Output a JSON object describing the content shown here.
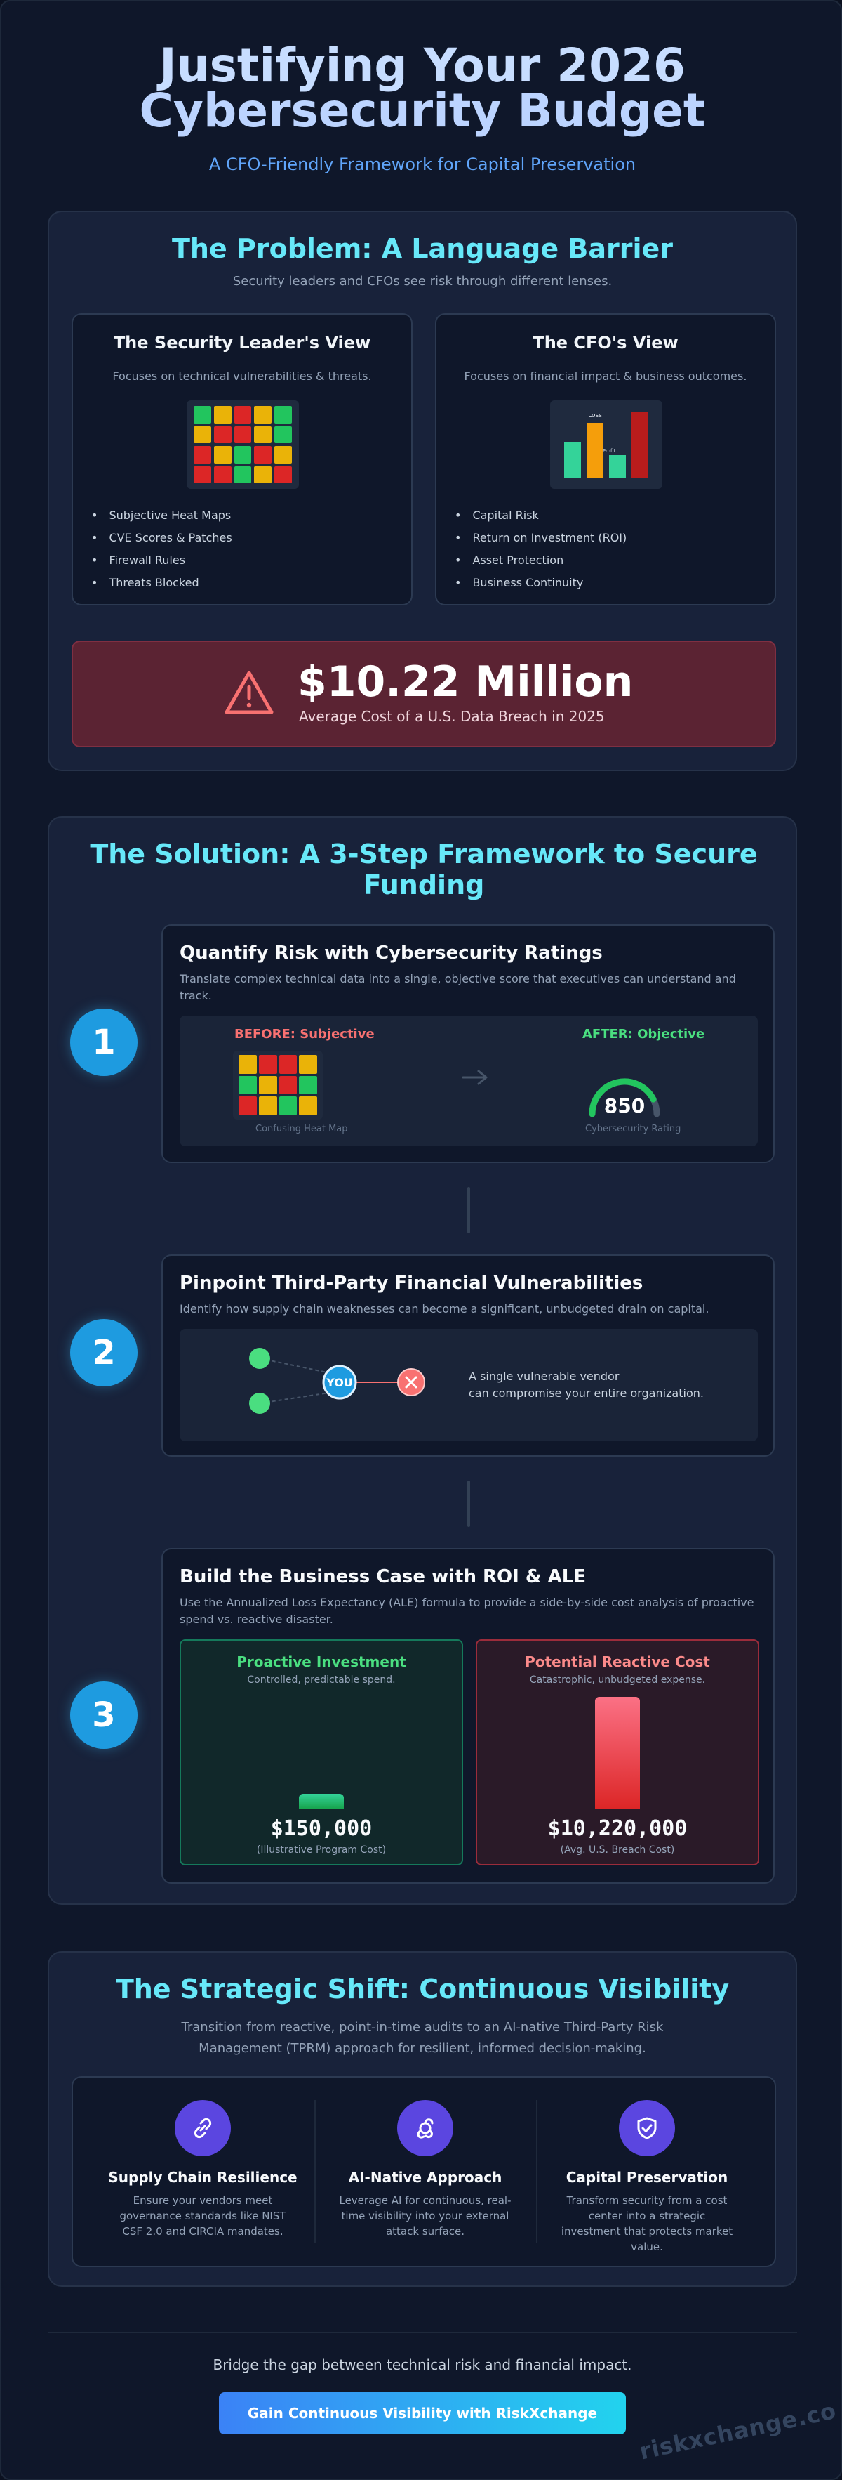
{
  "header": {
    "title_line1": "Justifying Your 2026",
    "title_line2": "Cybersecurity Budget",
    "subtitle": "A CFO-Friendly Framework for Capital Preservation"
  },
  "problem": {
    "title": "The Problem: A Language Barrier",
    "subtitle": "Security leaders and CFOs see risk through different lenses.",
    "security_view": {
      "title": "The Security Leader's View",
      "description": "Focuses on technical vulnerabilities & threats.",
      "items": [
        "Subjective Heat Maps",
        "CVE Scores & Patches",
        "Firewall Rules",
        "Threats Blocked"
      ]
    },
    "cfo_view": {
      "title": "The CFO's View",
      "description": "Focuses on financial impact & business outcomes.",
      "items": [
        "Capital Risk",
        "Return on Investment (ROI)",
        "Asset Protection",
        "Business Continuity"
      ],
      "chart_label_loss": "Loss",
      "chart_label_gain": "Profit"
    },
    "stat": {
      "value": "$10.22 Million",
      "label": "Average Cost of a U.S. Data Breach in 2025",
      "icon": "warning-triangle-icon"
    }
  },
  "solution": {
    "title": "The Solution: A 3-Step Framework to Secure Funding",
    "steps": [
      {
        "number": "1",
        "title": "Quantify Risk with Cybersecurity Ratings",
        "description": "Translate complex technical data into a single, objective score that executives can understand and track.",
        "before_label": "BEFORE: Subjective",
        "before_caption": "Confusing Heat Map",
        "after_label": "AFTER: Objective",
        "after_caption": "Cybersecurity Rating",
        "score": "850",
        "score_fraction": 0.85
      },
      {
        "number": "2",
        "title": "Pinpoint Third-Party Financial Vulnerabilities",
        "description": "Identify how supply chain weaknesses can become a significant, unbudgeted drain on capital.",
        "node_label": "YOU",
        "note_line1": "A single vulnerable vendor",
        "note_line2": "can compromise your entire organization."
      },
      {
        "number": "3",
        "title": "Build the Business Case with ROI & ALE",
        "description": "Use the Annualized Loss Expectancy (ALE) formula to provide a side-by-side cost analysis of proactive spend vs. reactive disaster.",
        "proactive": {
          "title": "Proactive Investment",
          "subtitle": "Controlled, predictable spend.",
          "amount": "$150,000",
          "note": "(Illustrative Program Cost)",
          "value": 150000
        },
        "reactive": {
          "title": "Potential Reactive Cost",
          "subtitle": "Catastrophic, unbudgeted expense.",
          "amount": "$10,220,000",
          "note": "(Avg. U.S. Breach Cost)",
          "value": 10220000
        }
      }
    ]
  },
  "shift": {
    "title": "The Strategic Shift: Continuous Visibility",
    "subtitle": "Transition from reactive, point-in-time audits to an AI-native Third-Party Risk Management (TPRM) approach for resilient, informed decision-making.",
    "pillars": [
      {
        "icon": "link-icon",
        "title": "Supply Chain Resilience",
        "text": "Ensure your vendors meet governance standards like NIST CSF 2.0 and CIRCIA mandates."
      },
      {
        "icon": "ai-nodes-icon",
        "title": "AI-Native Approach",
        "text": "Leverage AI for continuous, real-time visibility into your external attack surface."
      },
      {
        "icon": "shield-check-icon",
        "title": "Capital Preservation",
        "text": "Transform security from a cost center into a strategic investment that protects market value."
      }
    ]
  },
  "footer": {
    "text": "Bridge the gap between technical risk and financial impact.",
    "cta": "Gain Continuous Visibility with RiskXchange",
    "watermark": "riskxchange.co"
  },
  "colors": {
    "accent_cyan": "#67e8f9",
    "step_blue": "#1e9be0",
    "alert_red": "#f87171",
    "good_green": "#4ade80"
  }
}
